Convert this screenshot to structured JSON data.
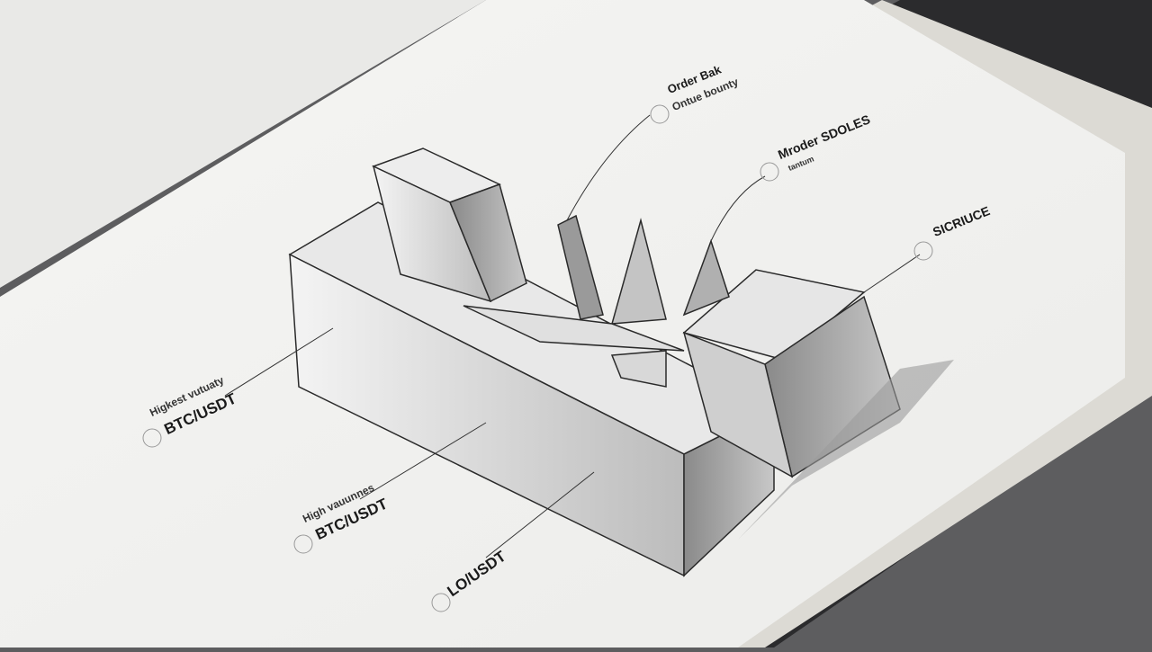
{
  "annotations": [
    {
      "title": "Order Bak",
      "subtitle": "Ontue bounty"
    },
    {
      "title": "Mroder SDOLES",
      "subtitle": "tantum"
    },
    {
      "title": "SICRIUCE"
    },
    {
      "title": "BTC/USDT",
      "subtitle": "Higkest vutuaty"
    },
    {
      "title": "BTC/USDT",
      "subtitle": "High vauunnes"
    },
    {
      "title": "LO/USDT"
    }
  ],
  "colors": {
    "paper": "#f3f3f1",
    "background": "#5d5d5f",
    "pencil": "#2a2a2a"
  }
}
